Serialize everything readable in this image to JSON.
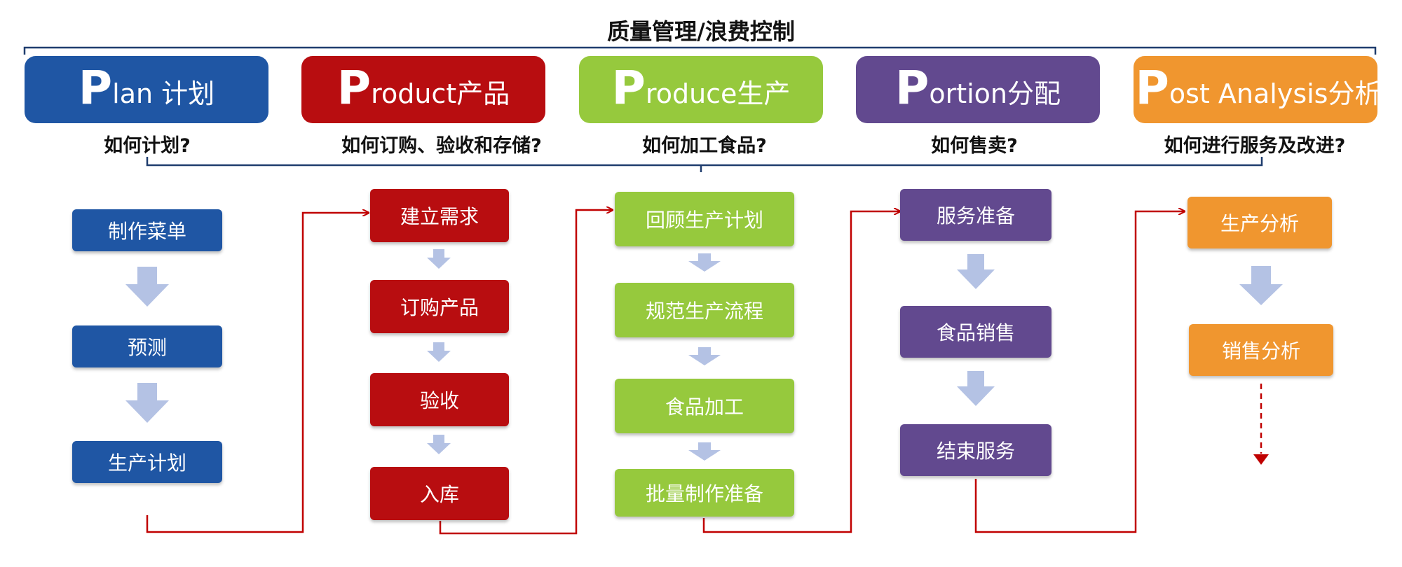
{
  "title": "质量管理/浪费控制",
  "phases": [
    {
      "initial": "P",
      "rest": "lan 计划",
      "question": "如何计划?",
      "color": "#1f56a4",
      "steps": [
        "制作菜单",
        "预测",
        "生产计划"
      ]
    },
    {
      "initial": "P",
      "rest": "roduct产品",
      "question": "如何订购、验收和存储?",
      "color": "#b80d10",
      "steps": [
        "建立需求",
        "订购产品",
        "验收",
        "入库"
      ]
    },
    {
      "initial": "P",
      "rest": "roduce生产",
      "question": "如何加工食品?",
      "color": "#96c93d",
      "steps": [
        "回顾生产计划",
        "规范生产流程",
        "食品加工",
        "批量制作准备"
      ]
    },
    {
      "initial": "P",
      "rest": "ortion分配",
      "question": "如何售卖?",
      "color": "#62498f",
      "steps": [
        "服务准备",
        "食品销售",
        "结束服务"
      ]
    },
    {
      "initial": "P",
      "rest": "ost Analysis分析",
      "question": "如何进行服务及改进?",
      "color": "#f0962f",
      "steps": [
        "生产分析",
        "销售分析"
      ]
    }
  ],
  "colors": {
    "connector": "#c00000",
    "bracket": "#1f3d6e",
    "down_arrow": "#b4c2e4"
  }
}
